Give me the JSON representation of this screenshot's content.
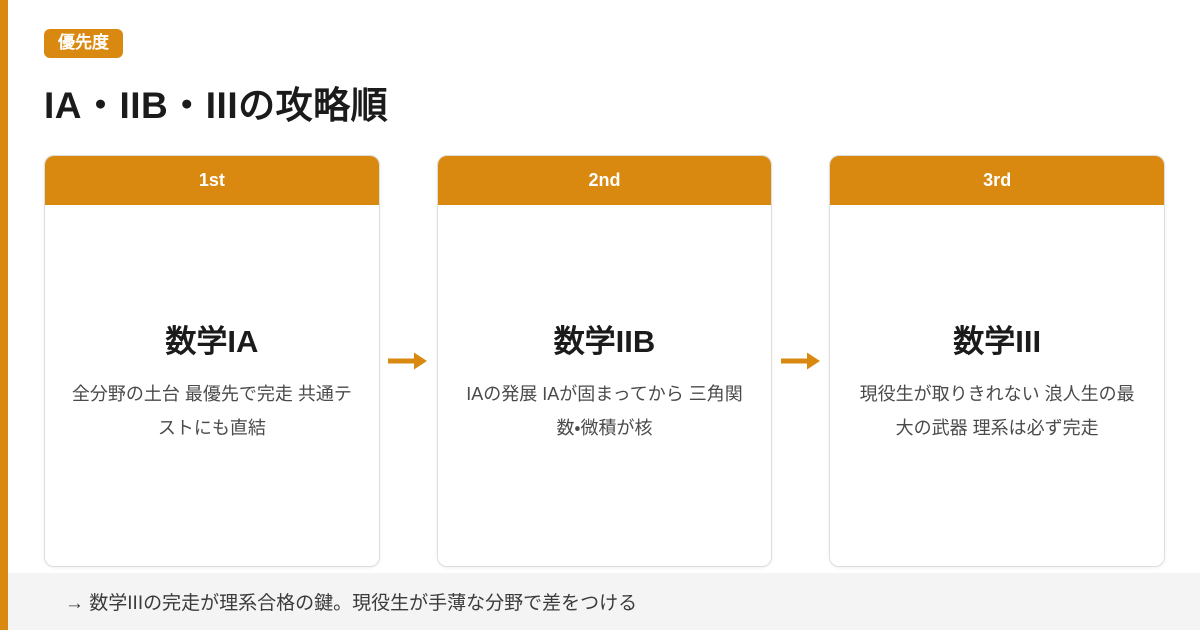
{
  "colors": {
    "accent": "#D9890F",
    "heading_text": "#1B1B1B",
    "desc_text": "#4A4A4A",
    "card_border": "#DEDEDE",
    "footer_bg": "#F4F4F4",
    "footer_text": "#3B3B3B"
  },
  "header": {
    "badge": "優先度",
    "title": "IA・IIB・IIIの攻略順"
  },
  "cards": [
    {
      "rank": "1st",
      "title": "数学IA",
      "description": "全分野の土台 最優先で完走 共通テストにも直結"
    },
    {
      "rank": "2nd",
      "title": "数学IIB",
      "description": "IAの発展 IAが固まってから 三角関数・微積が核"
    },
    {
      "rank": "3rd",
      "title": "数学III",
      "description": "現役生が取りきれない 浪人生の最大の武器 理系は必ず完走"
    }
  ],
  "footer": {
    "note": "→ 数学IIIの完走が理系合格の鍵。現役生が手薄な分野で差をつける"
  }
}
